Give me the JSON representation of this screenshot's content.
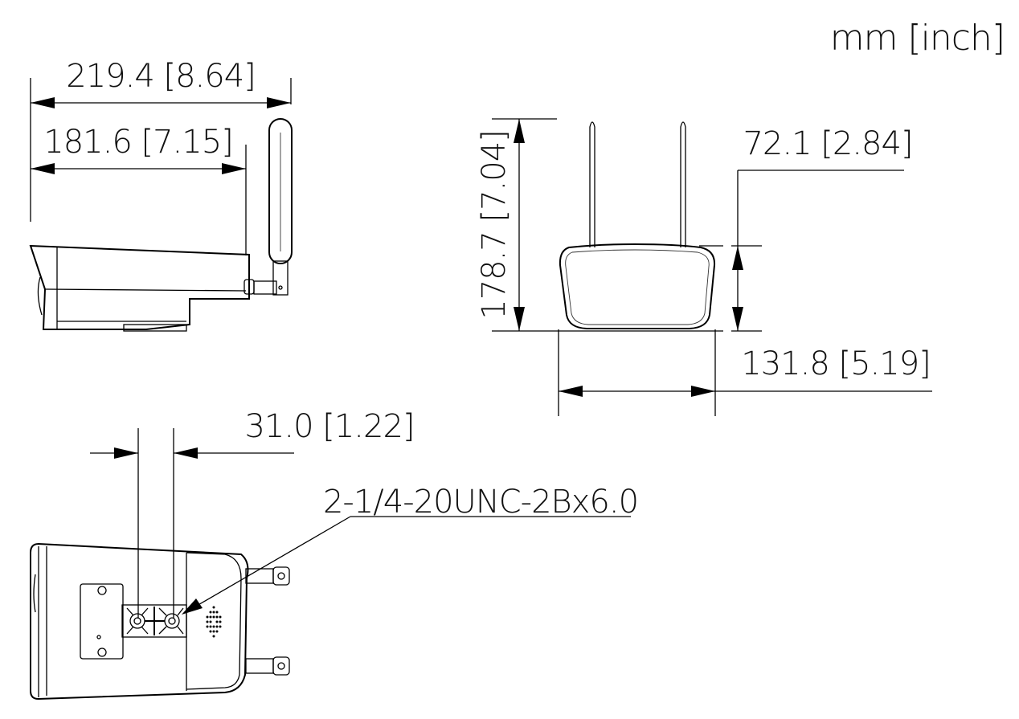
{
  "units_label": "mm [inch]",
  "side_view": {
    "overall_length": "219.4 [8.64]",
    "body_length": "181.6 [7.15]"
  },
  "front_view": {
    "overall_height": "178.7 [7.04]",
    "body_height": "72.1 [2.84]",
    "body_width": "131.8 [5.19]"
  },
  "bottom_view": {
    "hole_spacing": "31.0 [1.22]",
    "thread_spec": "2-1/4-20UNC-2Bx6.0"
  }
}
